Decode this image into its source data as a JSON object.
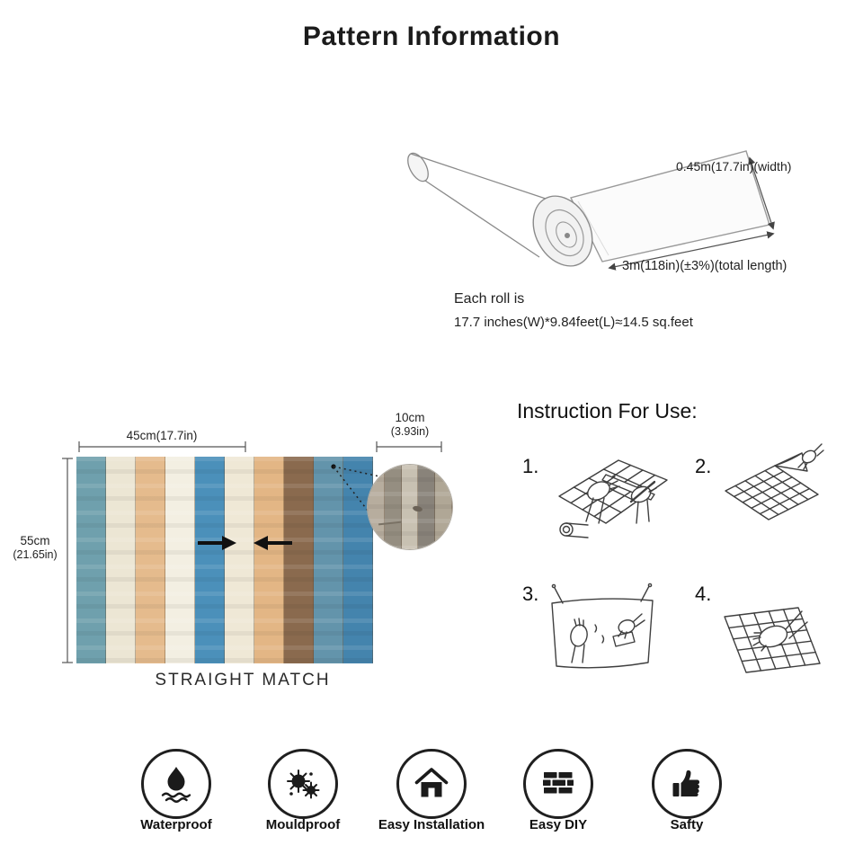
{
  "page": {
    "title": "Pattern Information"
  },
  "roll": {
    "width_label": "0.45m(17.7in)(width)",
    "length_label": "3m(118in)(±3%)(total length)",
    "info_line1": "Each roll is",
    "info_line2": "17.7 inches(W)*9.84feet(L)≈14.5 sq.feet"
  },
  "sample": {
    "width_label": "45cm(17.7in)",
    "height_label_main": "55cm",
    "height_label_sub": "(21.65in)",
    "detail_label_main": "10cm",
    "detail_label_sub": "(3.93in)",
    "match_text": "STRAIGHT MATCH",
    "plank_colors": [
      "#6fa0ad",
      "#ece6d4",
      "#e5bb8d",
      "#f3efe2",
      "#4b90ba",
      "#efe8d6",
      "#e3b685",
      "#8a6a4e",
      "#6394ab",
      "#4484ad"
    ],
    "detail_plank_colors": [
      "#b7ad9e",
      "#958e81",
      "#c8c1b2",
      "#89837a",
      "#b0a796"
    ]
  },
  "instructions": {
    "heading": "Instruction For Use:",
    "steps": [
      {
        "number": "1."
      },
      {
        "number": "2."
      },
      {
        "number": "3."
      },
      {
        "number": "4."
      }
    ]
  },
  "features": [
    {
      "label": "Waterproof"
    },
    {
      "label": "Mouldproof"
    },
    {
      "label": "Easy Installation"
    },
    {
      "label": "Easy DIY"
    },
    {
      "label": "Safty"
    }
  ]
}
